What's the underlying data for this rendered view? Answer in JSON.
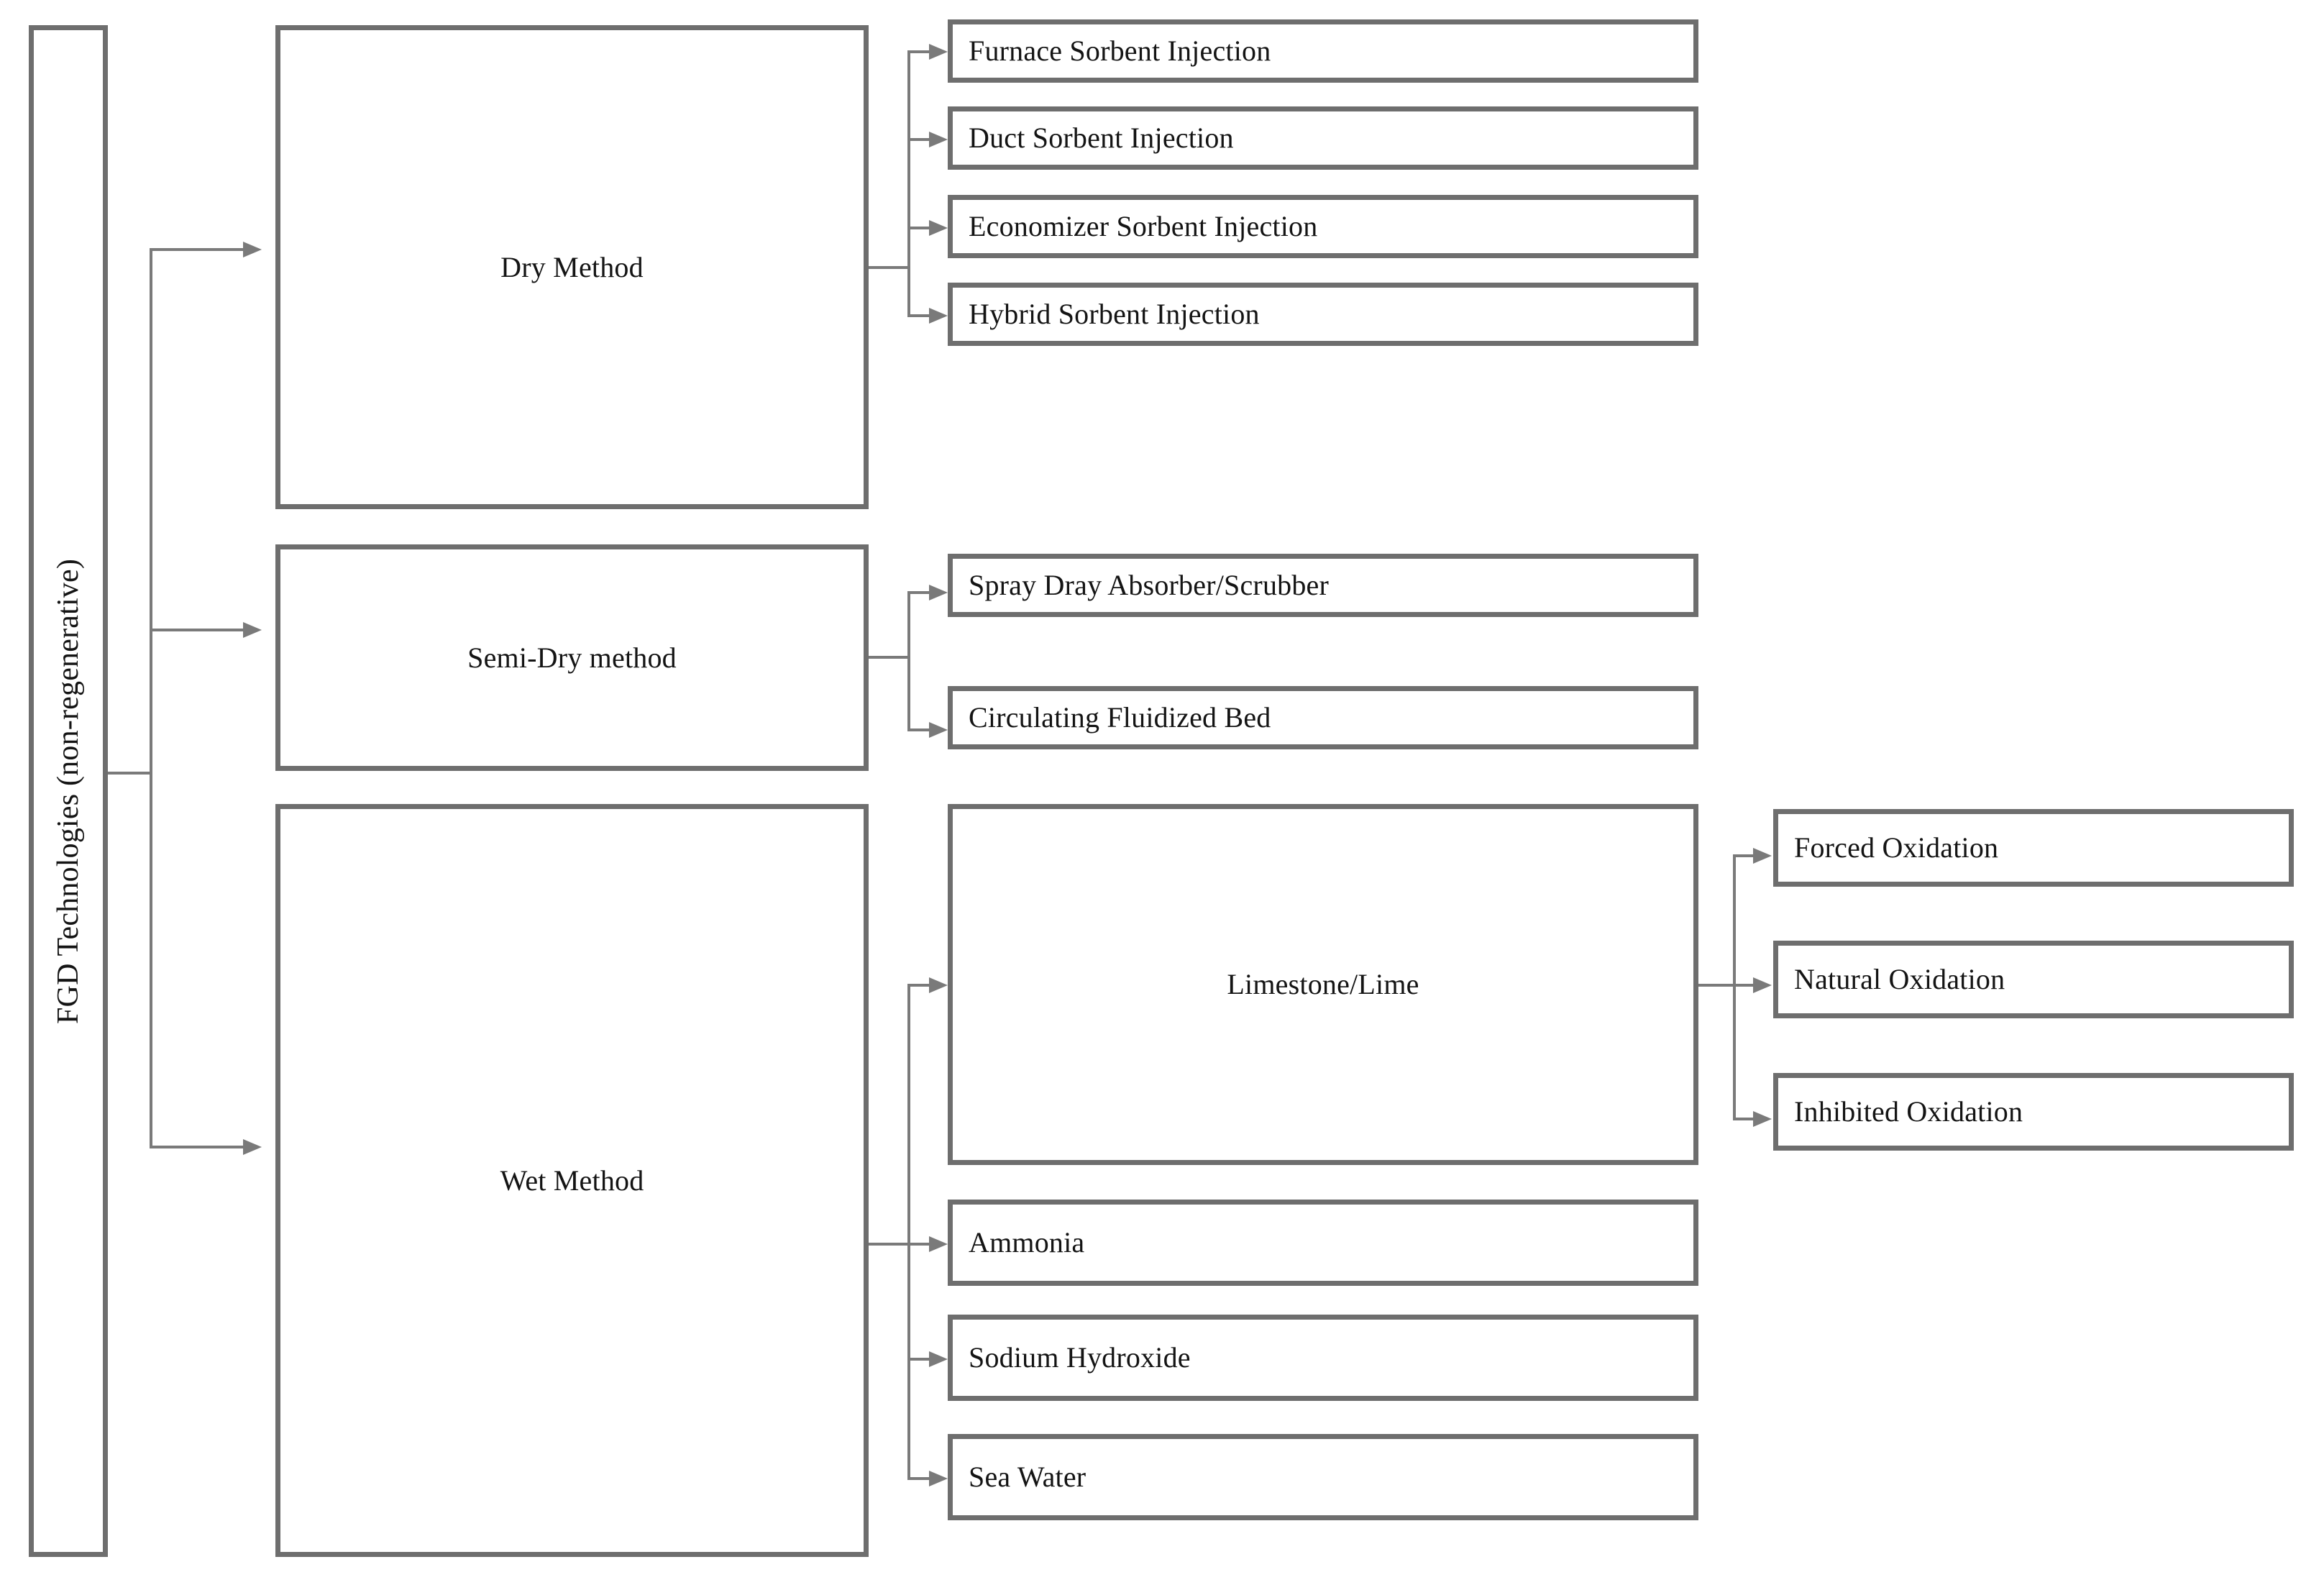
{
  "diagram": {
    "title_text": "FGD Technologies (non-regenerative)",
    "colors": {
      "box_border": "#6e6e6e",
      "connector": "#7a7a7a",
      "text": "#141414",
      "background": "#ffffff"
    },
    "root": {
      "label": "FGD Technologies (non-regenerative)"
    },
    "methods": [
      {
        "label": "Dry Method"
      },
      {
        "label": "Semi-Dry method"
      },
      {
        "label": "Wet Method"
      }
    ],
    "dry_children": [
      {
        "label": "Furnace Sorbent Injection"
      },
      {
        "label": "Duct Sorbent Injection"
      },
      {
        "label": "Economizer Sorbent Injection"
      },
      {
        "label": "Hybrid Sorbent Injection"
      }
    ],
    "semi_dry_children": [
      {
        "label": "Spray Dray Absorber/Scrubber"
      },
      {
        "label": "Circulating Fluidized Bed"
      }
    ],
    "wet_children": [
      {
        "label": "Limestone/Lime"
      },
      {
        "label": "Ammonia"
      },
      {
        "label": "Sodium Hydroxide"
      },
      {
        "label": "Sea Water"
      }
    ],
    "limestone_children": [
      {
        "label": "Forced Oxidation"
      },
      {
        "label": "Natural Oxidation"
      },
      {
        "label": "Inhibited Oxidation"
      }
    ]
  }
}
